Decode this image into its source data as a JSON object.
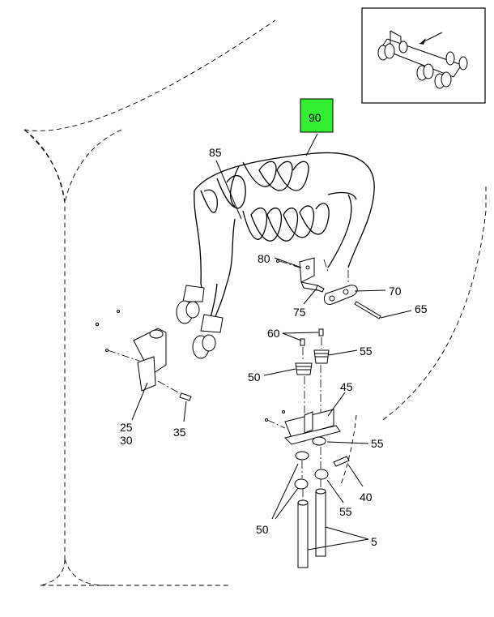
{
  "diagram": {
    "highlighted_callout": "90",
    "highlight_color": "#33ee33",
    "callouts": {
      "c5": "5",
      "c25": "25",
      "c30": "30",
      "c35": "35",
      "c40": "40",
      "c45": "45",
      "c50a": "50",
      "c50b": "50",
      "c55a": "55",
      "c55b": "55",
      "c55c": "55",
      "c60": "60",
      "c65": "65",
      "c70": "70",
      "c75": "75",
      "c80": "80",
      "c85": "85",
      "c90": "90"
    },
    "inset": {
      "icon": "truck-chassis-locator-icon"
    }
  }
}
